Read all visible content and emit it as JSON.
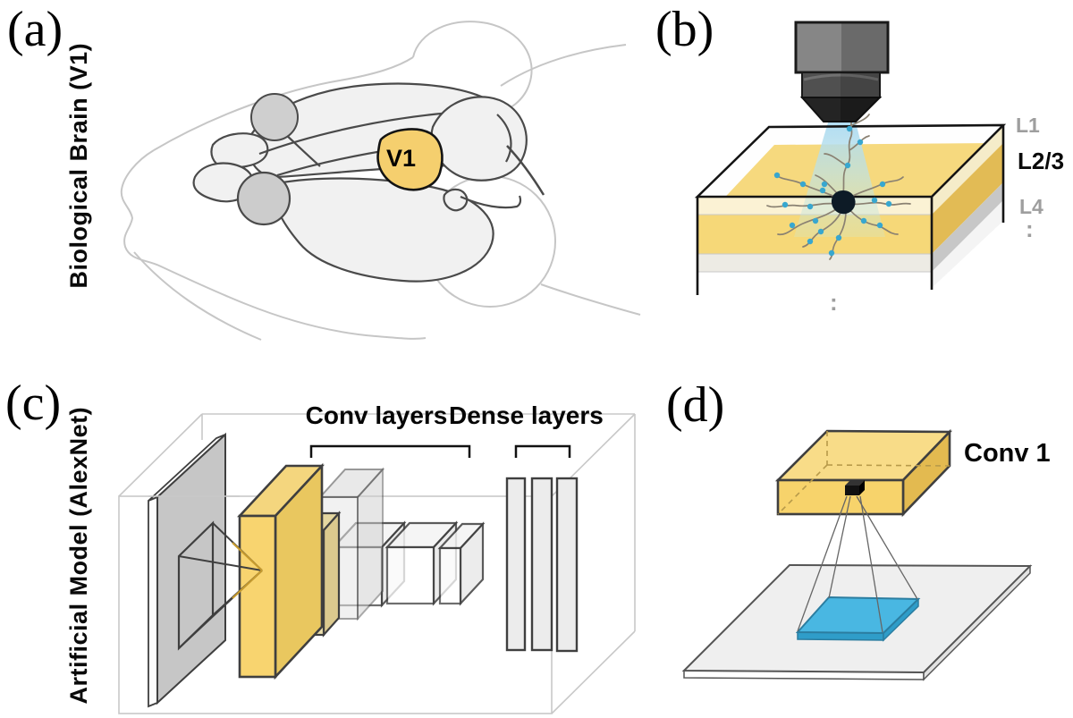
{
  "figure": {
    "panels": {
      "a": {
        "tag": "(a)",
        "side_label": "Biological Brain (V1)",
        "region_label": "V1"
      },
      "b": {
        "tag": "(b)",
        "layer_label_l1": "L1",
        "layer_label_l23": "L2/3",
        "layer_label_l4": "L4",
        "ellipsis_side": ":",
        "ellipsis_bottom": ":"
      },
      "c": {
        "tag": "(c)",
        "side_label": "Artificial Model (AlexNet)",
        "conv_bracket_label": "Conv layers",
        "dense_bracket_label": "Dense layers"
      },
      "d": {
        "tag": "(d)",
        "box_label": "Conv 1"
      }
    },
    "colors": {
      "highlight_yellow": "#F7D36E",
      "beam_blue": "#ADDBF2",
      "receptive_field_blue": "#49B7E2",
      "dendrite_bouton_blue": "#38A7CF",
      "layer_label_gray": "#9E9E9E",
      "sketch_light_gray": "#C6C6C6",
      "sketch_dark_gray": "#3F3F3F"
    }
  }
}
